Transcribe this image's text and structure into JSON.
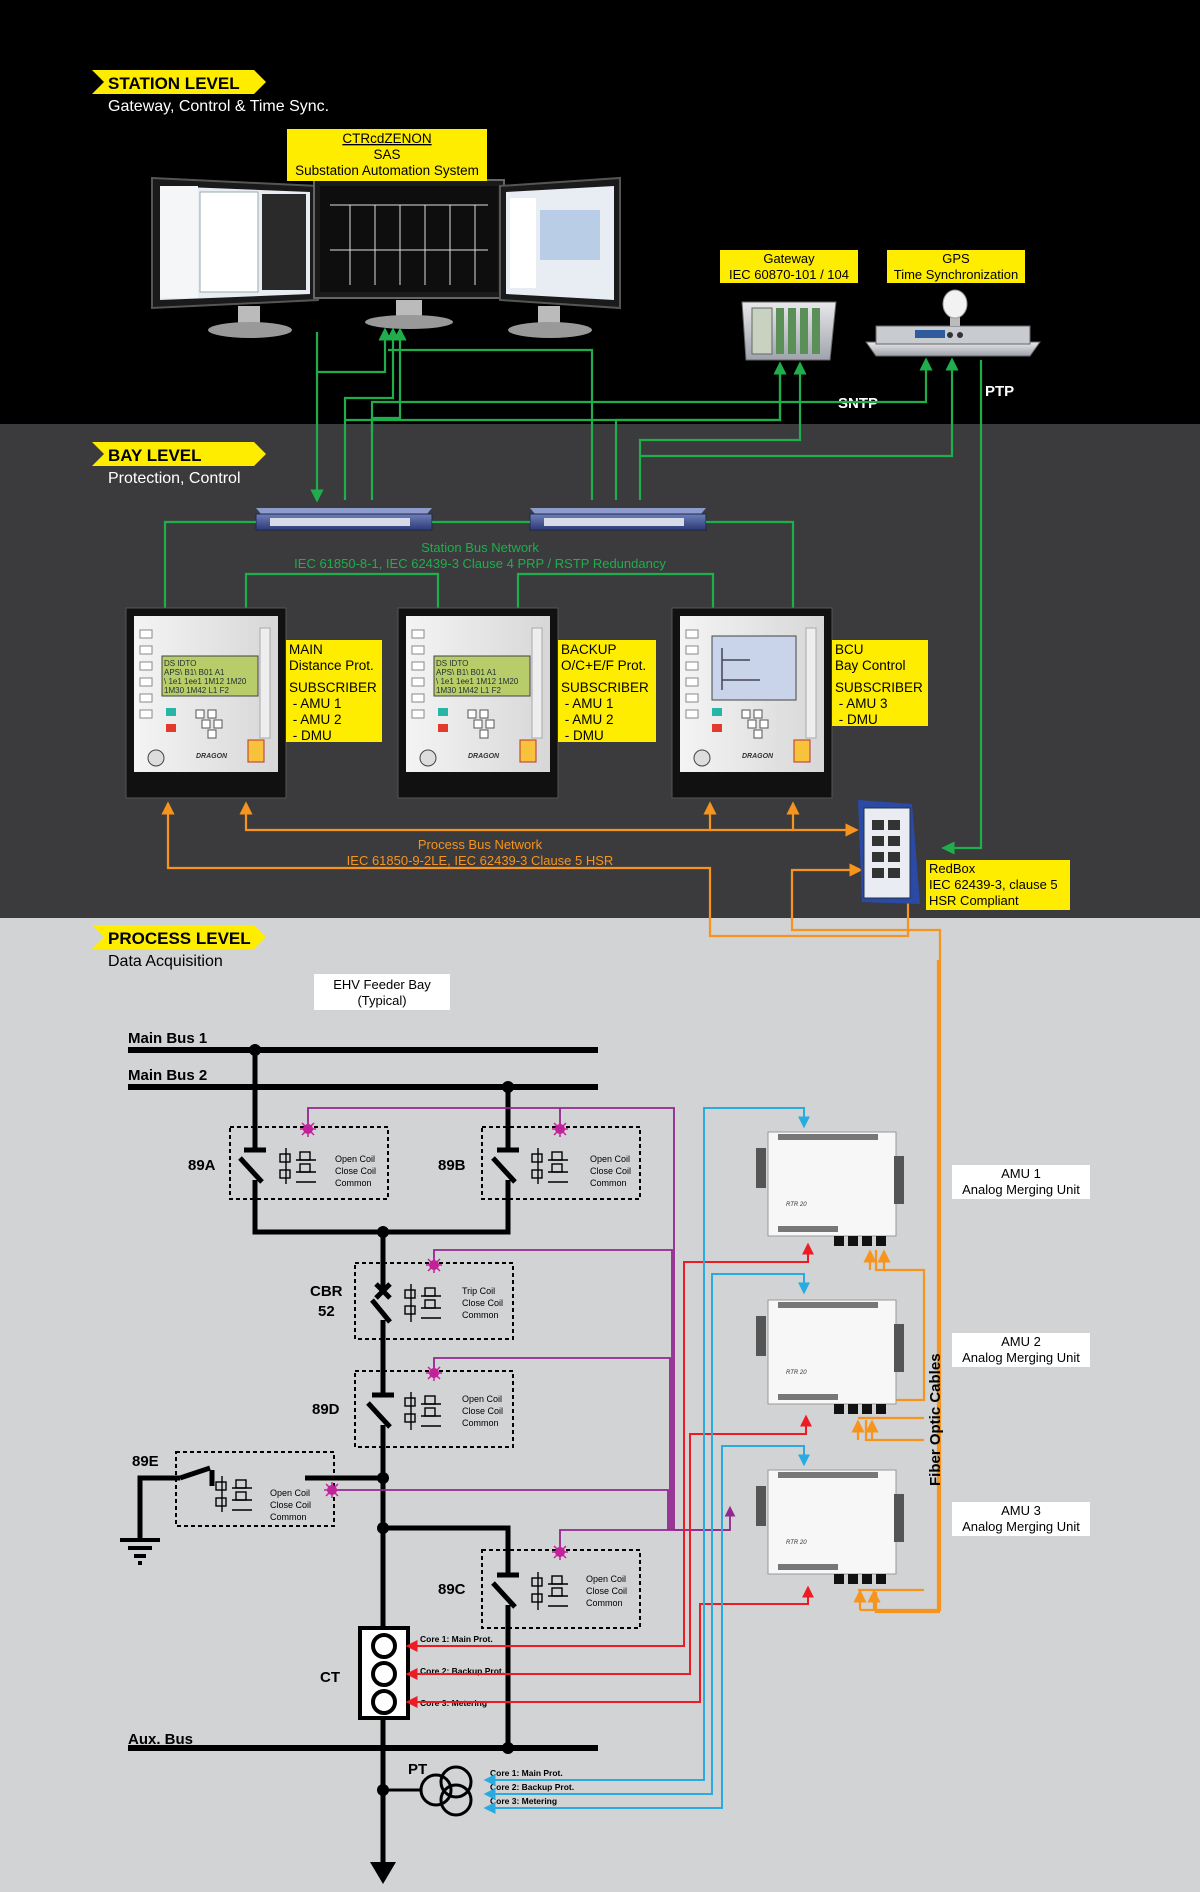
{
  "station": {
    "tag": "STATION LEVEL",
    "subtitle": "Gateway, Control & Time Sync.",
    "sas_lines": [
      "CTRcdZENON",
      "SAS",
      "Substation Automation System"
    ],
    "gateway_lines": [
      "Gateway",
      "IEC 60870-101 / 104"
    ],
    "gps_lines": [
      "GPS",
      "Time Synchronization"
    ],
    "sntp": "SNTP",
    "ptp": "PTP"
  },
  "bay": {
    "tag": "BAY LEVEL",
    "subtitle": "Protection, Control",
    "station_bus_lines": [
      "Station Bus Network",
      "IEC 61850-8-1, IEC 62439-3 Clause 4 PRP / RSTP Redundancy"
    ],
    "relay_main_lines": [
      "MAIN",
      "Distance Prot.",
      "SUBSCRIBER",
      " - AMU 1",
      " - AMU 2",
      " - DMU"
    ],
    "relay_backup_lines": [
      "BACKUP",
      "O/C+E/F Prot.",
      "SUBSCRIBER",
      " - AMU 1",
      " - AMU 2",
      " - DMU"
    ],
    "relay_bcu_lines": [
      "BCU",
      "Bay Control",
      "SUBSCRIBER",
      " - AMU 3",
      " - DMU"
    ],
    "relay_brand": "DRAGON",
    "lcd_main": [
      "DS IDTO ",
      "APS\\ B1\\ B01 A1",
      "\\ 1e1 1ee1 1M12 1M20",
      "1M30 1M42 L1 F2"
    ],
    "process_bus_lines": [
      "Process Bus Network",
      "IEC 61850-9-2LE, IEC 62439-3 Clause 5 HSR"
    ],
    "redbox_lines": [
      "RedBox",
      "IEC 62439-3, clause 5",
      "HSR Compliant"
    ]
  },
  "process": {
    "tag": "PROCESS LEVEL",
    "subtitle": "Data Acquisition",
    "feeder_lines": [
      "EHV Feeder Bay",
      "(Typical)"
    ],
    "main_bus_1": "Main Bus 1",
    "main_bus_2": "Main Bus 2",
    "aux_bus": "Aux. Bus",
    "sw_89a": "89A",
    "sw_89b": "89B",
    "sw_89c": "89C",
    "sw_89d": "89D",
    "sw_89e": "89E",
    "cbr_lines": [
      "CBR",
      "52"
    ],
    "ct": "CT",
    "pt": "PT",
    "coil_open": "Open Coil",
    "coil_close": "Close Coil",
    "coil_common": "Common",
    "coil_trip": "Trip Coil",
    "ct_cores": [
      "Core 1: Main Prot.",
      "Core 2: Backup Prot.",
      "Core 3: Metering"
    ],
    "pt_cores": [
      "Core 1: Main Prot.",
      "Core 2: Backup Prot.",
      "Core 3: Metering"
    ],
    "amu1_lines": [
      "AMU 1",
      "Analog Merging Unit"
    ],
    "amu2_lines": [
      "AMU 2",
      "Analog Merging Unit"
    ],
    "amu3_lines": [
      "AMU 3",
      "Analog Merging Unit"
    ],
    "amu_model": "RTR 20",
    "fiber": "Fiber Optic Cables"
  },
  "colors": {
    "tag_yellow": "#ffed00",
    "green_link": "#1fae4b",
    "orange_link": "#f7941d",
    "blue_link": "#29abe2",
    "red_link": "#ed1c24",
    "purple_link": "#92278f",
    "star": "#c1229a"
  }
}
